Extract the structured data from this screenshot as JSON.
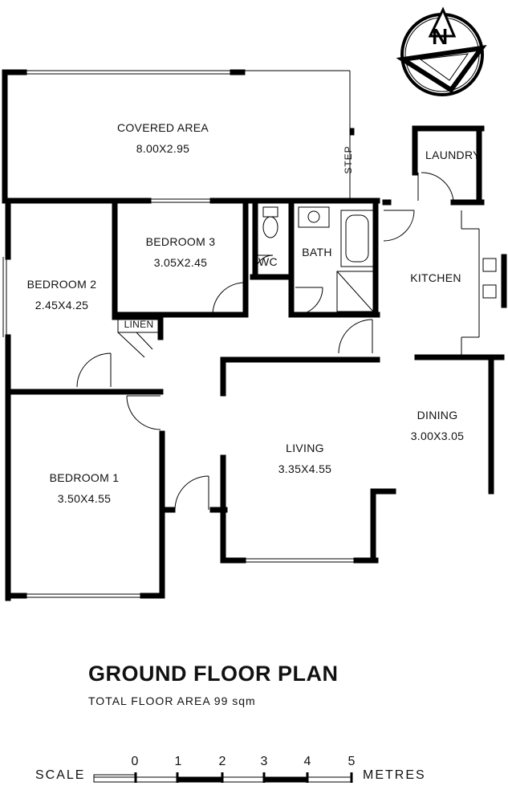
{
  "compass": {
    "letter": "N"
  },
  "rooms": {
    "covered_area": {
      "name": "COVERED AREA",
      "dims": "8.00X2.95"
    },
    "laundry": {
      "name": "LAUNDRY"
    },
    "bedroom3": {
      "name": "BEDROOM 3",
      "dims": "3.05X2.45"
    },
    "wc": {
      "name": "WC"
    },
    "bath": {
      "name": "BATH"
    },
    "kitchen": {
      "name": "KITCHEN"
    },
    "bedroom2": {
      "name": "BEDROOM 2",
      "dims": "2.45X4.25"
    },
    "linen": {
      "name": "LINEN"
    },
    "dining": {
      "name": "DINING",
      "dims": "3.00X3.05"
    },
    "living": {
      "name": "LIVING",
      "dims": "3.35X4.55"
    },
    "bedroom1": {
      "name": "BEDROOM 1",
      "dims": "3.50X4.55"
    }
  },
  "step_label": "STEP",
  "title": "GROUND FLOOR PLAN",
  "subtitle": "TOTAL FLOOR AREA 99 sqm",
  "scale": {
    "left_word": "SCALE",
    "right_word": "METRES",
    "ticks": [
      "0",
      "1",
      "2",
      "3",
      "4",
      "5"
    ]
  }
}
